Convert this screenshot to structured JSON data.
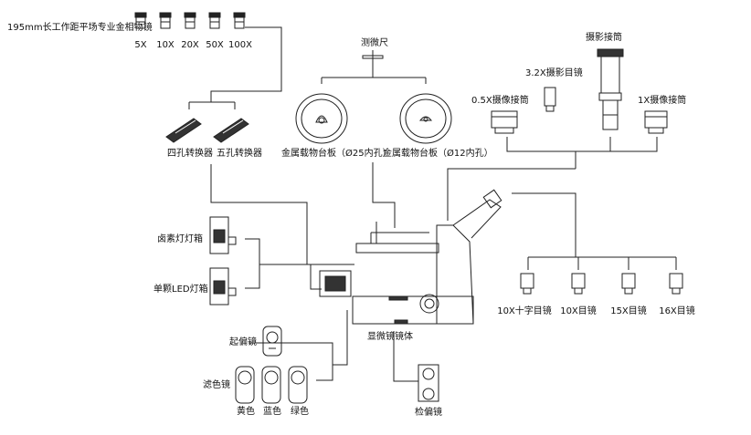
{
  "objectives": {
    "heading": "195mm长工作距平场专业金相物镜",
    "items": [
      "5X",
      "10X",
      "20X",
      "50X",
      "100X"
    ]
  },
  "nosepieces": {
    "four": "四孔转换器",
    "five": "五孔转换器"
  },
  "micrometer": "测微尺",
  "stage_plates": {
    "left": "金属载物台板（Ø25内孔）",
    "right": "金属载物台板（Ø12内孔）"
  },
  "camera": {
    "photo_tube": "摄影接筒",
    "photo_eyepiece": "3.2X摄影目镜",
    "adapter_05": "0.5X摄像接筒",
    "adapter_1": "1X摄像接筒"
  },
  "lamp_houses": {
    "halogen": "卤素灯灯箱",
    "led": "单颗LED灯箱"
  },
  "eyepieces": [
    "10X十字目镜",
    "10X目镜",
    "15X目镜",
    "16X目镜"
  ],
  "body": "显微镜镜体",
  "polarizer": "起偏镜",
  "filters": {
    "heading": "滤色镜",
    "items": [
      "黄色",
      "蓝色",
      "绿色"
    ]
  },
  "analyzer": "检偏镜"
}
